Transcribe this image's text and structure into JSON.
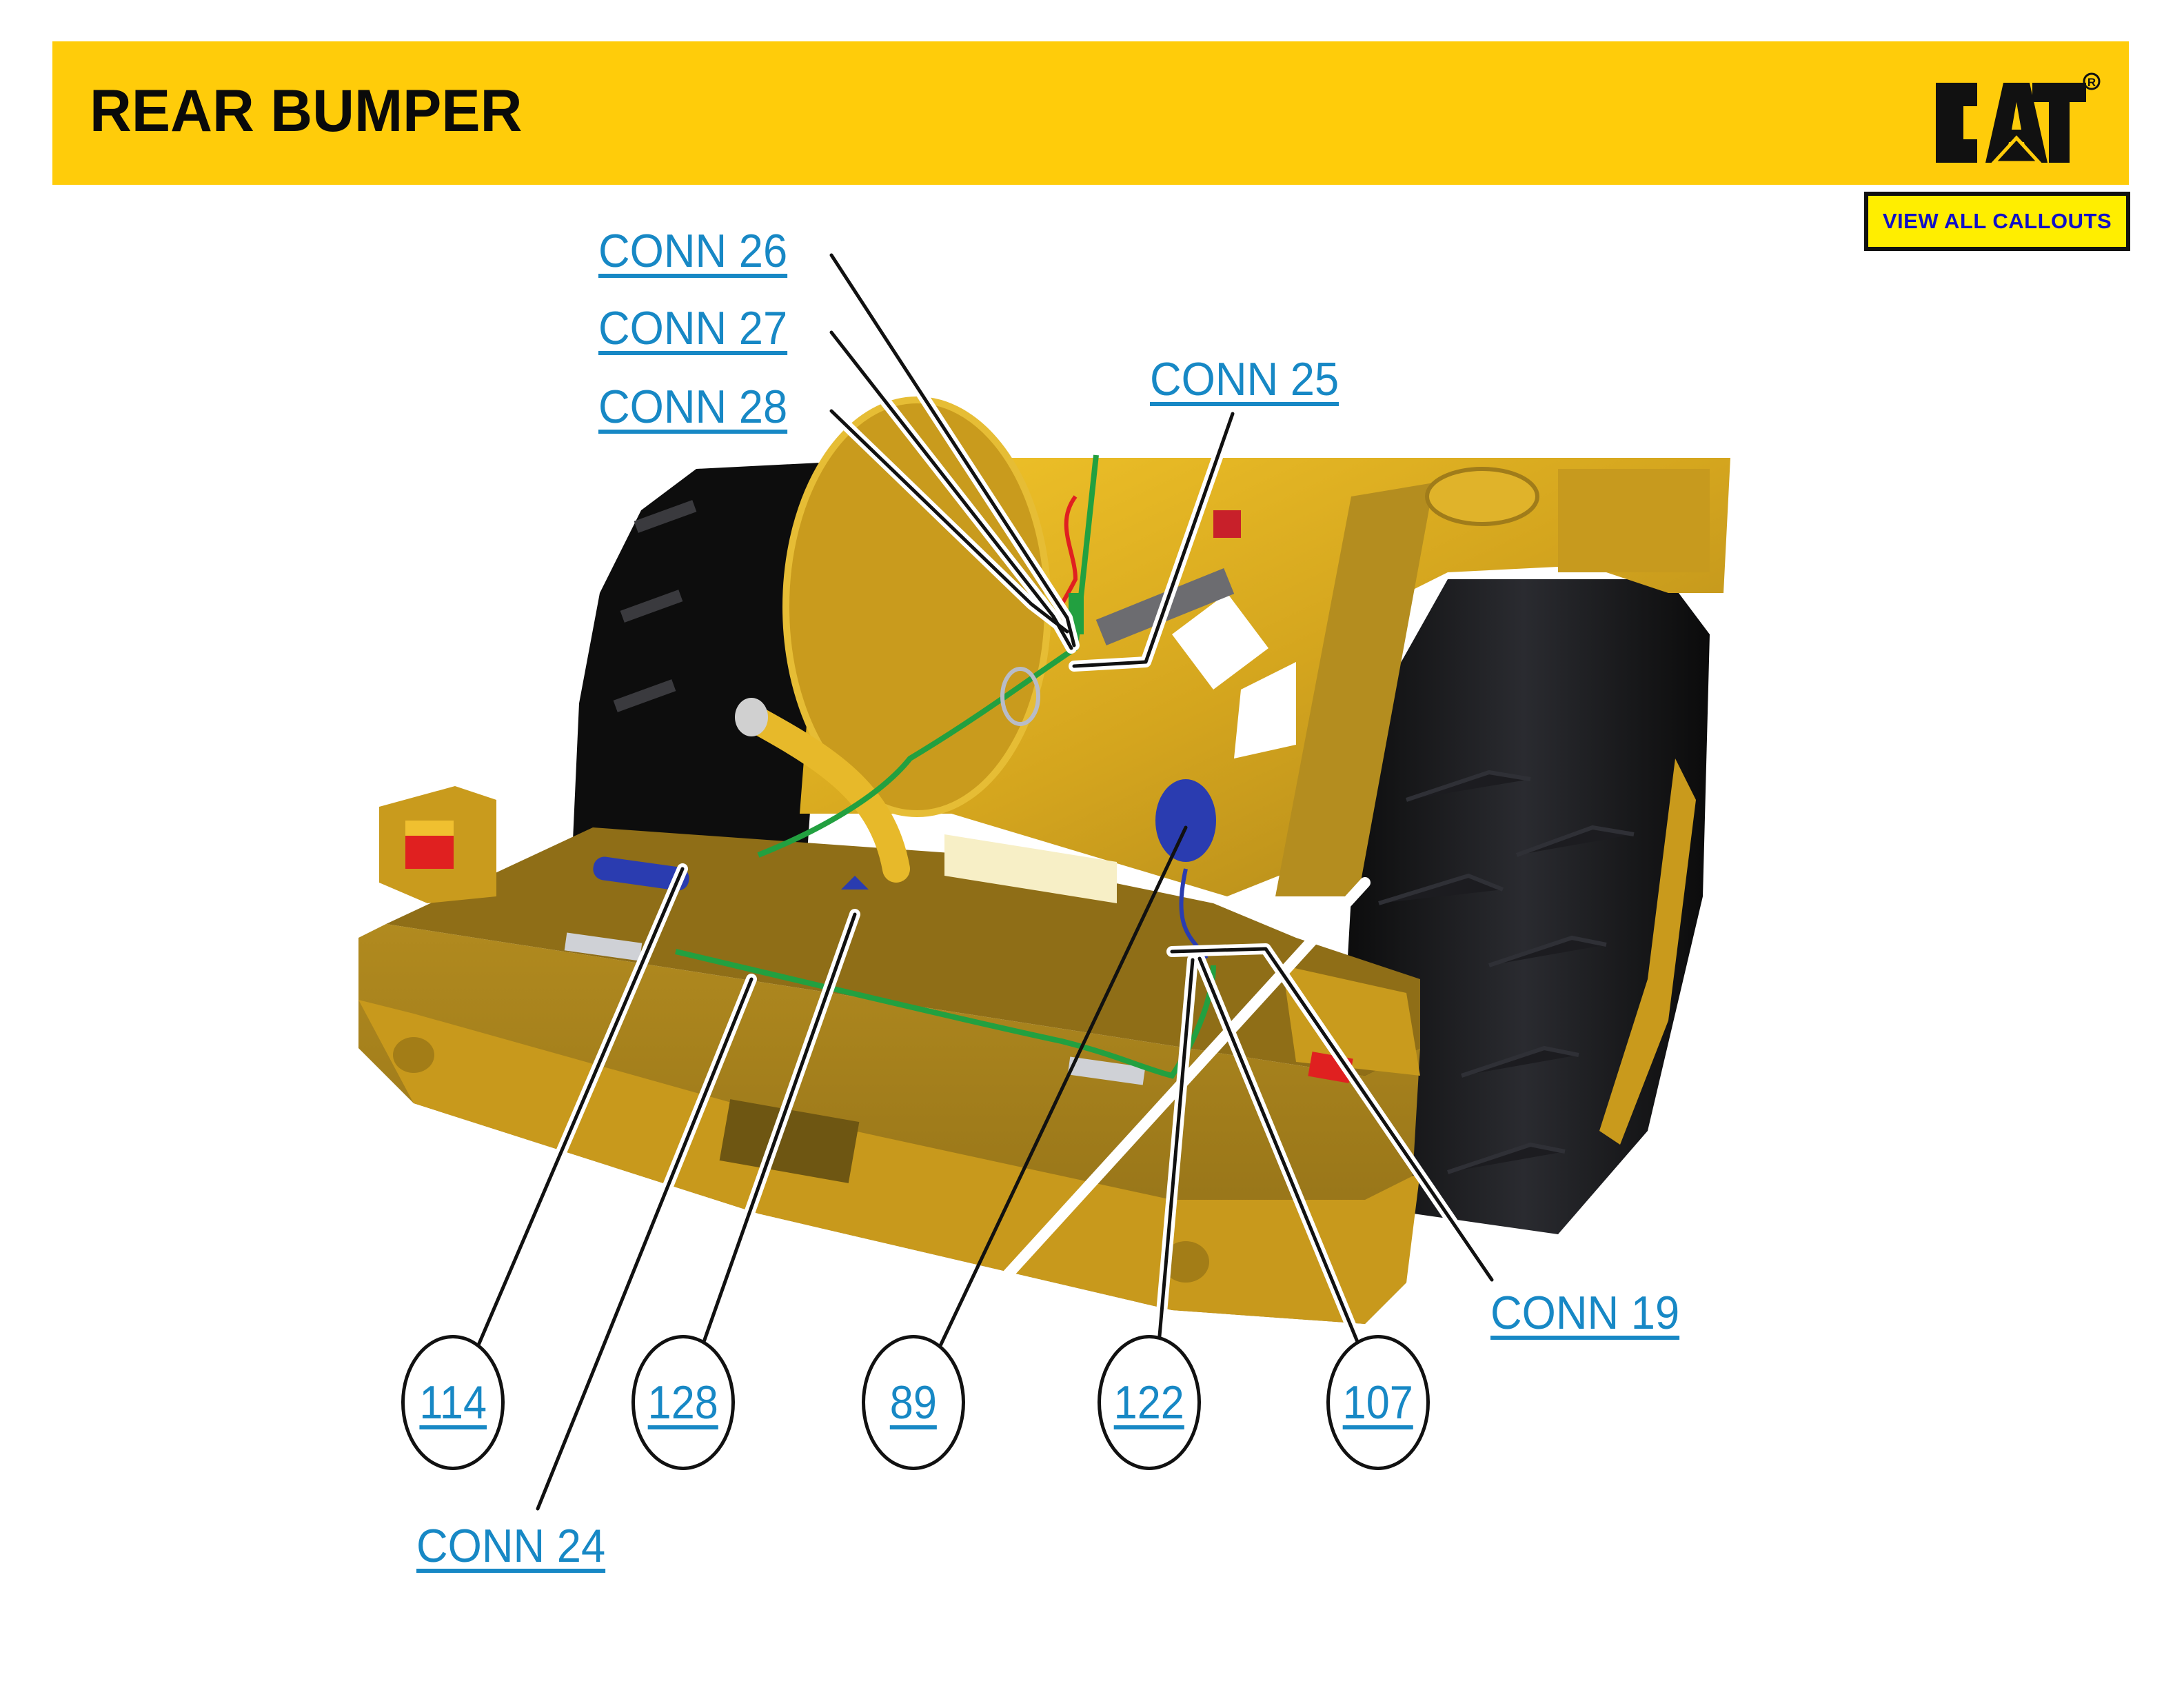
{
  "header": {
    "title": "REAR BUMPER",
    "logo_text": "CAT",
    "logo_mark": "®",
    "background_color": "#ffcc0a"
  },
  "view_all_button": {
    "label": "VIEW ALL CALLOUTS",
    "background_color": "#ffee00",
    "text_color": "#1010c8"
  },
  "connector_callouts": [
    {
      "id": "conn26",
      "label": "CONN 26"
    },
    {
      "id": "conn27",
      "label": "CONN 27"
    },
    {
      "id": "conn28",
      "label": "CONN 28"
    },
    {
      "id": "conn25",
      "label": "CONN 25"
    },
    {
      "id": "conn19",
      "label": "CONN 19"
    },
    {
      "id": "conn24",
      "label": "CONN 24"
    }
  ],
  "component_callouts": [
    {
      "id": "c114",
      "label": "114"
    },
    {
      "id": "c128",
      "label": "128"
    },
    {
      "id": "c89",
      "label": "89"
    },
    {
      "id": "c122",
      "label": "122"
    },
    {
      "id": "c107",
      "label": "107"
    }
  ],
  "link_color": "#1788c5",
  "illustration": {
    "subject": "machine-rear-bumper-3d-view",
    "frame_color": "#d8a81c",
    "tire_color": "#111111",
    "harness_color": "#22a040"
  }
}
